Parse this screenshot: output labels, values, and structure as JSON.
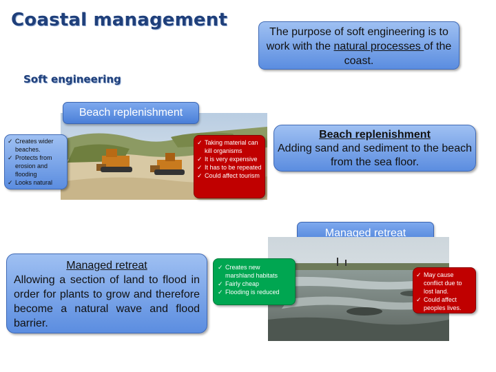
{
  "title": "Coastal management",
  "subtitle": "Soft engineering",
  "purpose": {
    "pre": "The purpose of soft engineering is to work with the ",
    "link": "natural processes ",
    "post": "of the coast."
  },
  "beach": {
    "pill_label": "Beach replenishment",
    "advantages": [
      "Creates wider beaches.",
      "Protects from erosion and flooding",
      "Looks natural"
    ],
    "disadvantages": [
      "Taking material can kill organisms",
      "It is very expensive",
      "It has to be repeated",
      "Could affect tourism"
    ],
    "definition_title": "Beach replenishment",
    "definition_text": "Adding sand and sediment to the beach from the sea floor."
  },
  "retreat": {
    "pill_label": "Managed retreat",
    "definition_title": "Managed retreat",
    "definition_text": "Allowing a section of land to flood in order for plants to grow and therefore become a natural wave and flood barrier.",
    "advantages": [
      "Creates new marshland habitats",
      "Fairly cheap",
      "Flooding is reduced"
    ],
    "disadvantages": [
      "May cause conflict due to lost land.",
      "Could affect peoples lives."
    ]
  },
  "tick_glyph": "✓",
  "colors": {
    "title": "#1f3f7a",
    "blue_box": "#5b8de0",
    "red_box": "#c00000",
    "green_box": "#00a651"
  }
}
